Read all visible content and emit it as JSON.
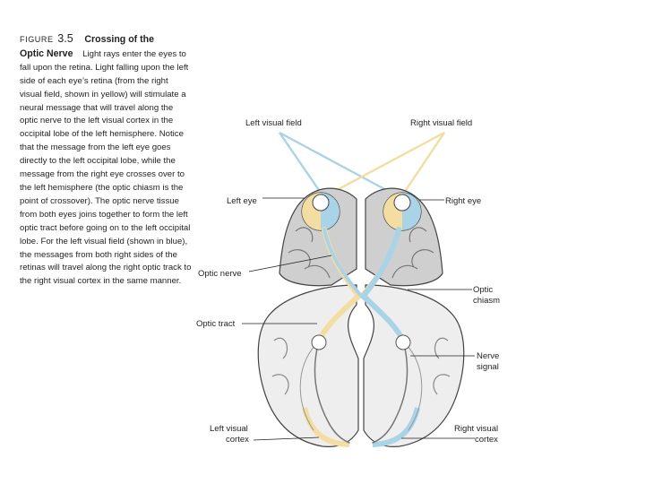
{
  "caption": {
    "figure_word": "FIGURE",
    "figure_number": "3.5",
    "title_line1": "Crossing of the",
    "title_line2": "Optic Nerve",
    "body": "Light rays enter the eyes to fall upon the retina. Light falling upon the left side of each eye’s retina (from the right visual field, shown in yellow) will stimulate a neural message that will travel along the optic nerve to the left visual cortex in the occipital lobe of the left hemisphere. Notice that the message from the left eye goes directly to the left occipital lobe, while the message from the right eye crosses over to the left hemisphere (the optic chiasm is the point of crossover). The optic nerve tissue from both eyes joins together to form the left optic tract before going on to the left occipital lobe. For the left visual field (shown in blue), the messages from both right sides of the retinas will travel along the right optic track to the right visual cortex in the same manner."
  },
  "labels": {
    "left_visual_field": "Left visual field",
    "right_visual_field": "Right visual field",
    "left_eye": "Left eye",
    "right_eye": "Right eye",
    "optic_nerve": "Optic nerve",
    "optic_chiasm_1": "Optic",
    "optic_chiasm_2": "chiasm",
    "optic_tract": "Optic tract",
    "nerve_signal_1": "Nerve",
    "nerve_signal_2": "signal",
    "left_visual_cortex_1": "Left visual",
    "left_visual_cortex_2": "cortex",
    "right_visual_cortex_1": "Right visual",
    "right_visual_cortex_2": "cortex"
  },
  "colors": {
    "blue_field": "#a9d3e6",
    "yellow_field": "#f3dda0",
    "brain_fill": "#cfcfcf",
    "brain_light": "#eeeeee"
  }
}
